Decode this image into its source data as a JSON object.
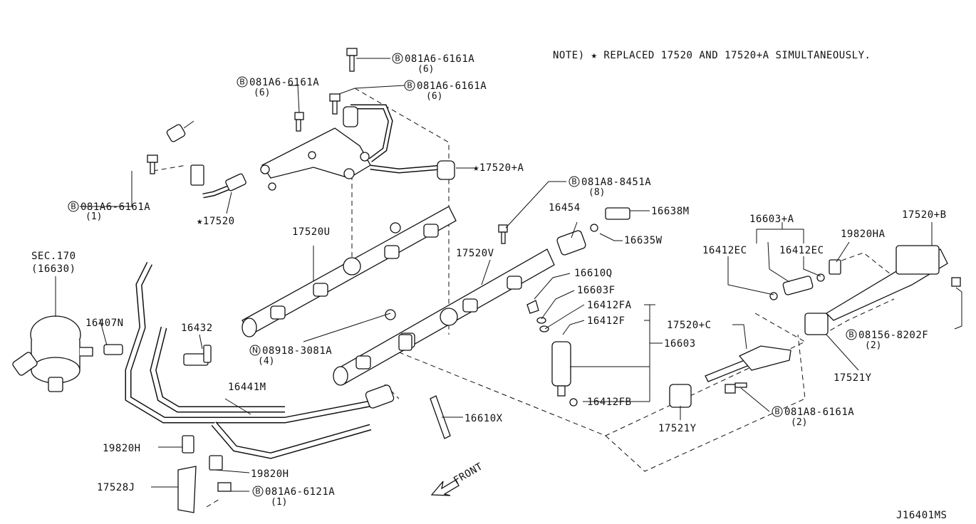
{
  "note": "NOTE) ★ REPLACED 17520 AND 17520+A SIMULTANEOUSLY.",
  "diagram_id": "J16401MS",
  "front_label": "FRONT",
  "sec_ref": {
    "line1": "SEC.170",
    "line2": "(16630)"
  },
  "labels": {
    "b_081a6_6161a_6_a": "081A6-6161A",
    "b_081a6_6161a_6_a_qty": "(6)",
    "b_081a6_6161a_6_b": "081A6-6161A",
    "b_081a6_6161a_6_b_qty": "(6)",
    "b_081a6_6161a_6_c": "081A6-6161A",
    "b_081a6_6161a_6_c_qty": "(6)",
    "b_081a6_6161a_1": "081A6-6161A",
    "b_081a6_6161a_1_qty": "(1)",
    "p17520": "★17520",
    "p17520a": "★17520+A",
    "b_081a8_8451a": "081A8-8451A",
    "b_081a8_8451a_qty": "(8)",
    "p16454": "16454",
    "p16638m": "16638M",
    "p16635w": "16635W",
    "p17520u": "17520U",
    "p17520v": "17520V",
    "p16610q": "16610Q",
    "p16603f": "16603F",
    "p16412fa": "16412FA",
    "p16412f": "16412F",
    "p16603": "16603",
    "p16412fb": "16412FB",
    "p16603a": "16603+A",
    "p16412ec_l": "16412EC",
    "p16412ec_r": "16412EC",
    "p19820ha": "19820HA",
    "p17520b": "17520+B",
    "b_08156_8202f": "08156-8202F",
    "b_08156_8202f_qty": "(2)",
    "p17521y_r": "17521Y",
    "p17520c": "17520+C",
    "b_081a8_6161a": "081A8-6161A",
    "b_081a8_6161a_qty": "(2)",
    "p17521y_l": "17521Y",
    "p16407n": "16407N",
    "p16432": "16432",
    "n_08918_3081a": "08918-3081A",
    "n_08918_3081a_qty": "(4)",
    "p16441m": "16441M",
    "p16610x": "16610X",
    "p19820h_l": "19820H",
    "p19820h_r": "19820H",
    "p17528j": "17528J",
    "b_081a6_6121a": "081A6-6121A",
    "b_081a6_6121a_qty": "(1)"
  },
  "markers": {
    "bolt": "B",
    "nut": "N"
  }
}
